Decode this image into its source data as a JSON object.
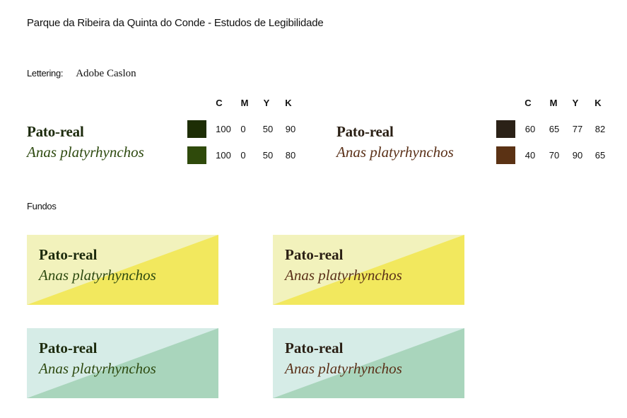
{
  "page": {
    "title": "Parque da Ribeira da Quinta do Conde - Estudos de Legibilidade"
  },
  "lettering": {
    "label": "Lettering:",
    "font_name": "Adobe Caslon"
  },
  "cmyk_headers": [
    "C",
    "M",
    "Y",
    "K"
  ],
  "species": {
    "common": "Pato-real",
    "scientific": "Anas platyrhynchos"
  },
  "palettes": [
    {
      "name_color": "#1c2a0c",
      "sci_color": "#2e4a10",
      "swatches": [
        {
          "color": "#1d2e05",
          "values": [
            "100",
            "0",
            "50",
            "90"
          ]
        },
        {
          "color": "#2f4a0b",
          "values": [
            "100",
            "0",
            "50",
            "80"
          ]
        }
      ]
    },
    {
      "name_color": "#2a1f14",
      "sci_color": "#5a3018",
      "swatches": [
        {
          "color": "#2b2117",
          "values": [
            "60",
            "65",
            "77",
            "82"
          ]
        },
        {
          "color": "#5b3214",
          "values": [
            "40",
            "70",
            "90",
            "65"
          ]
        }
      ]
    }
  ],
  "fundos": {
    "label": "Fundos",
    "cards": [
      {
        "light": "#f2f2bc",
        "dark": "#f2e85e",
        "name_color": "#1c2a0c",
        "sci_color": "#2e4a10"
      },
      {
        "light": "#f2f2bc",
        "dark": "#f2e85e",
        "name_color": "#2a1f14",
        "sci_color": "#5a3018"
      },
      {
        "light": "#d6ece7",
        "dark": "#a9d5bc",
        "name_color": "#1c2a0c",
        "sci_color": "#2e4a10"
      },
      {
        "light": "#d6ece7",
        "dark": "#a9d5bc",
        "name_color": "#2a1f14",
        "sci_color": "#5a3018"
      }
    ]
  }
}
